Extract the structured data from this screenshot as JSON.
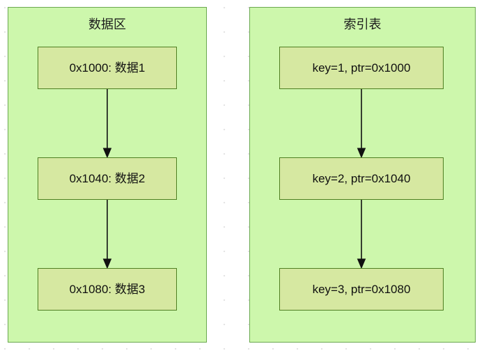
{
  "diagram": {
    "type": "two-column-flow",
    "colors": {
      "group_fill": "#cdf7ac",
      "group_border": "#6aa84f",
      "node_fill": "#d6e8a1",
      "node_border": "#4f7f22",
      "edge": "#111111",
      "text": "#101010",
      "background": "#ffffff"
    },
    "groups": [
      {
        "id": "data-area",
        "title": "数据区",
        "nodes": [
          {
            "id": "data-node-1",
            "label": "0x1000: 数据1"
          },
          {
            "id": "data-node-2",
            "label": "0x1040: 数据2"
          },
          {
            "id": "data-node-3",
            "label": "0x1080: 数据3"
          }
        ],
        "edges": [
          {
            "from": "data-node-1",
            "to": "data-node-2",
            "label": ""
          },
          {
            "from": "data-node-2",
            "to": "data-node-3",
            "label": ""
          }
        ]
      },
      {
        "id": "index-table",
        "title": "索引表",
        "nodes": [
          {
            "id": "index-node-1",
            "label": "key=1, ptr=0x1000"
          },
          {
            "id": "index-node-2",
            "label": "key=2, ptr=0x1040"
          },
          {
            "id": "index-node-3",
            "label": "key=3, ptr=0x1080"
          }
        ],
        "edges": [
          {
            "from": "index-node-1",
            "to": "index-node-2",
            "label": ""
          },
          {
            "from": "index-node-2",
            "to": "index-node-3",
            "label": ""
          }
        ]
      }
    ]
  }
}
